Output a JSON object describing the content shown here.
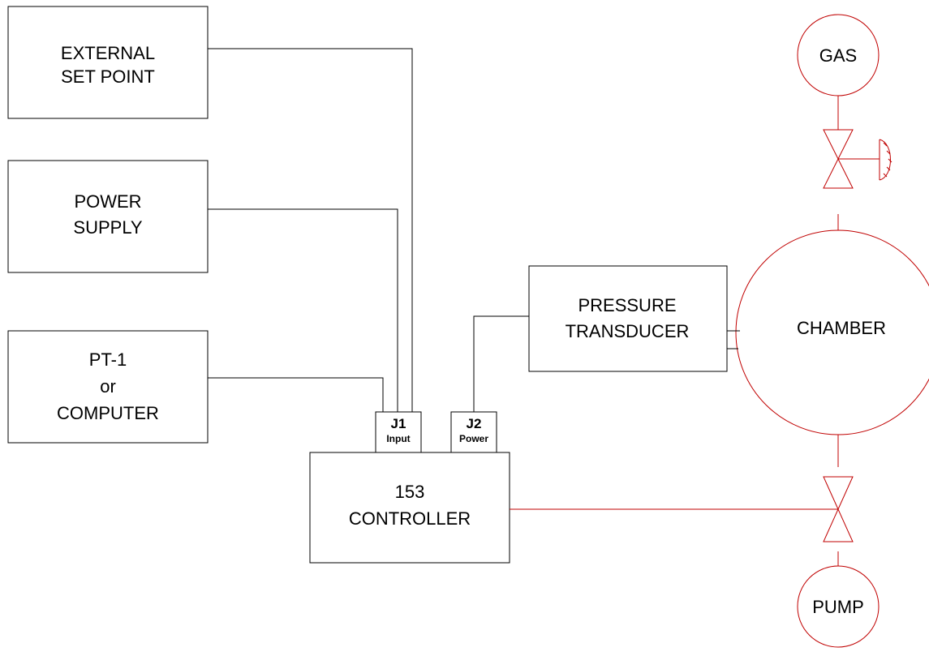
{
  "colors": {
    "black_wire": "#000000",
    "process_line": "#c00000",
    "background": "#ffffff"
  },
  "boxes": {
    "external_set_point": {
      "line1": "EXTERNAL",
      "line2": "SET POINT"
    },
    "power_supply": {
      "line1": "POWER",
      "line2": "SUPPLY"
    },
    "pt1_computer": {
      "line1": "PT-1",
      "line2": "or",
      "line3": "COMPUTER"
    },
    "pressure_transducer": {
      "line1": "PRESSURE",
      "line2": "TRANSDUCER"
    },
    "controller": {
      "line1": "153",
      "line2": "CONTROLLER"
    }
  },
  "connectors": {
    "j1": {
      "label": "J1",
      "sub": "Input"
    },
    "j2": {
      "label": "J2",
      "sub": "Power"
    }
  },
  "circles": {
    "gas": "GAS",
    "chamber": "CHAMBER",
    "pump": "PUMP"
  },
  "icons": {
    "upper_valve": "valve-icon",
    "valve_actuator": "manual-actuator-icon",
    "lower_valve": "valve-icon"
  }
}
